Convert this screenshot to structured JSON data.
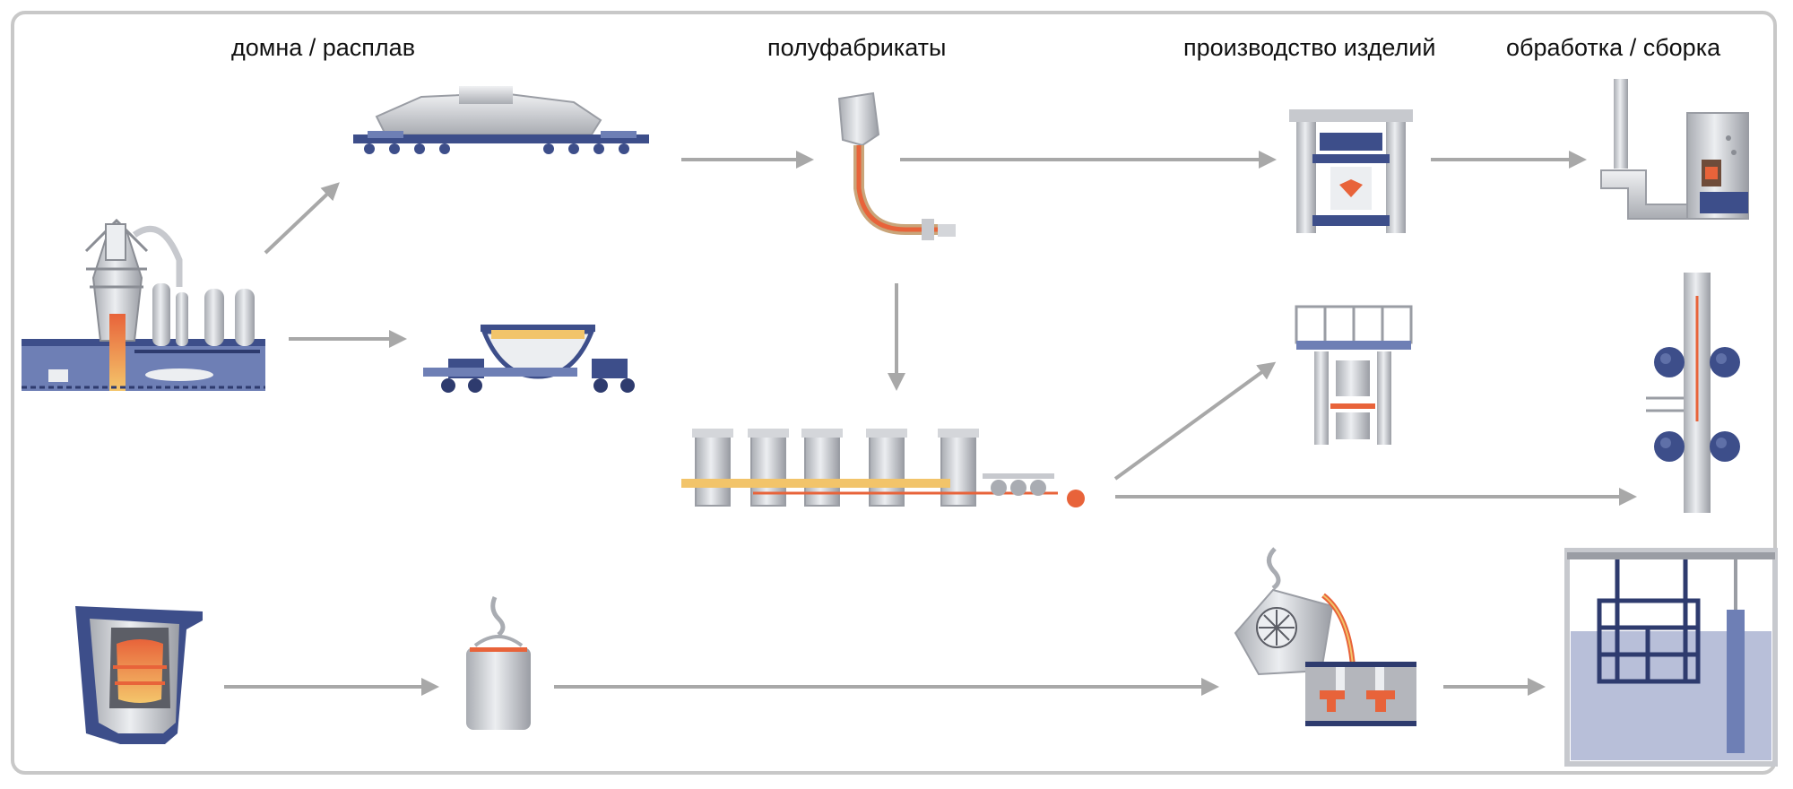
{
  "stage_titles": {
    "smelting": "домна / расплав",
    "semi_finished": "полуфабрикаты",
    "production": "производство изделий",
    "processing": "обработка / сборка"
  },
  "colors": {
    "frame": "#c8c8c8",
    "arrow": "#a8a8a8",
    "steel_blue": "#3d4e8a",
    "light_grey": "#d4d6da",
    "mid_grey": "#a9acb2",
    "molten_orange": "#e8633a",
    "molten_yellow": "#f2c46a",
    "bath_water": "#b8bfd9"
  },
  "icons": [
    "blast-furnace-icon",
    "torpedo-car-icon",
    "ladle-car-icon",
    "continuous-caster-icon",
    "rolling-mill-icon",
    "forging-press-icon",
    "hydraulic-press-icon",
    "machining-center-icon",
    "tube-rolling-stand-icon",
    "induction-furnace-icon",
    "crane-ladle-icon",
    "casting-mold-icon",
    "heat-treatment-bath-icon"
  ]
}
